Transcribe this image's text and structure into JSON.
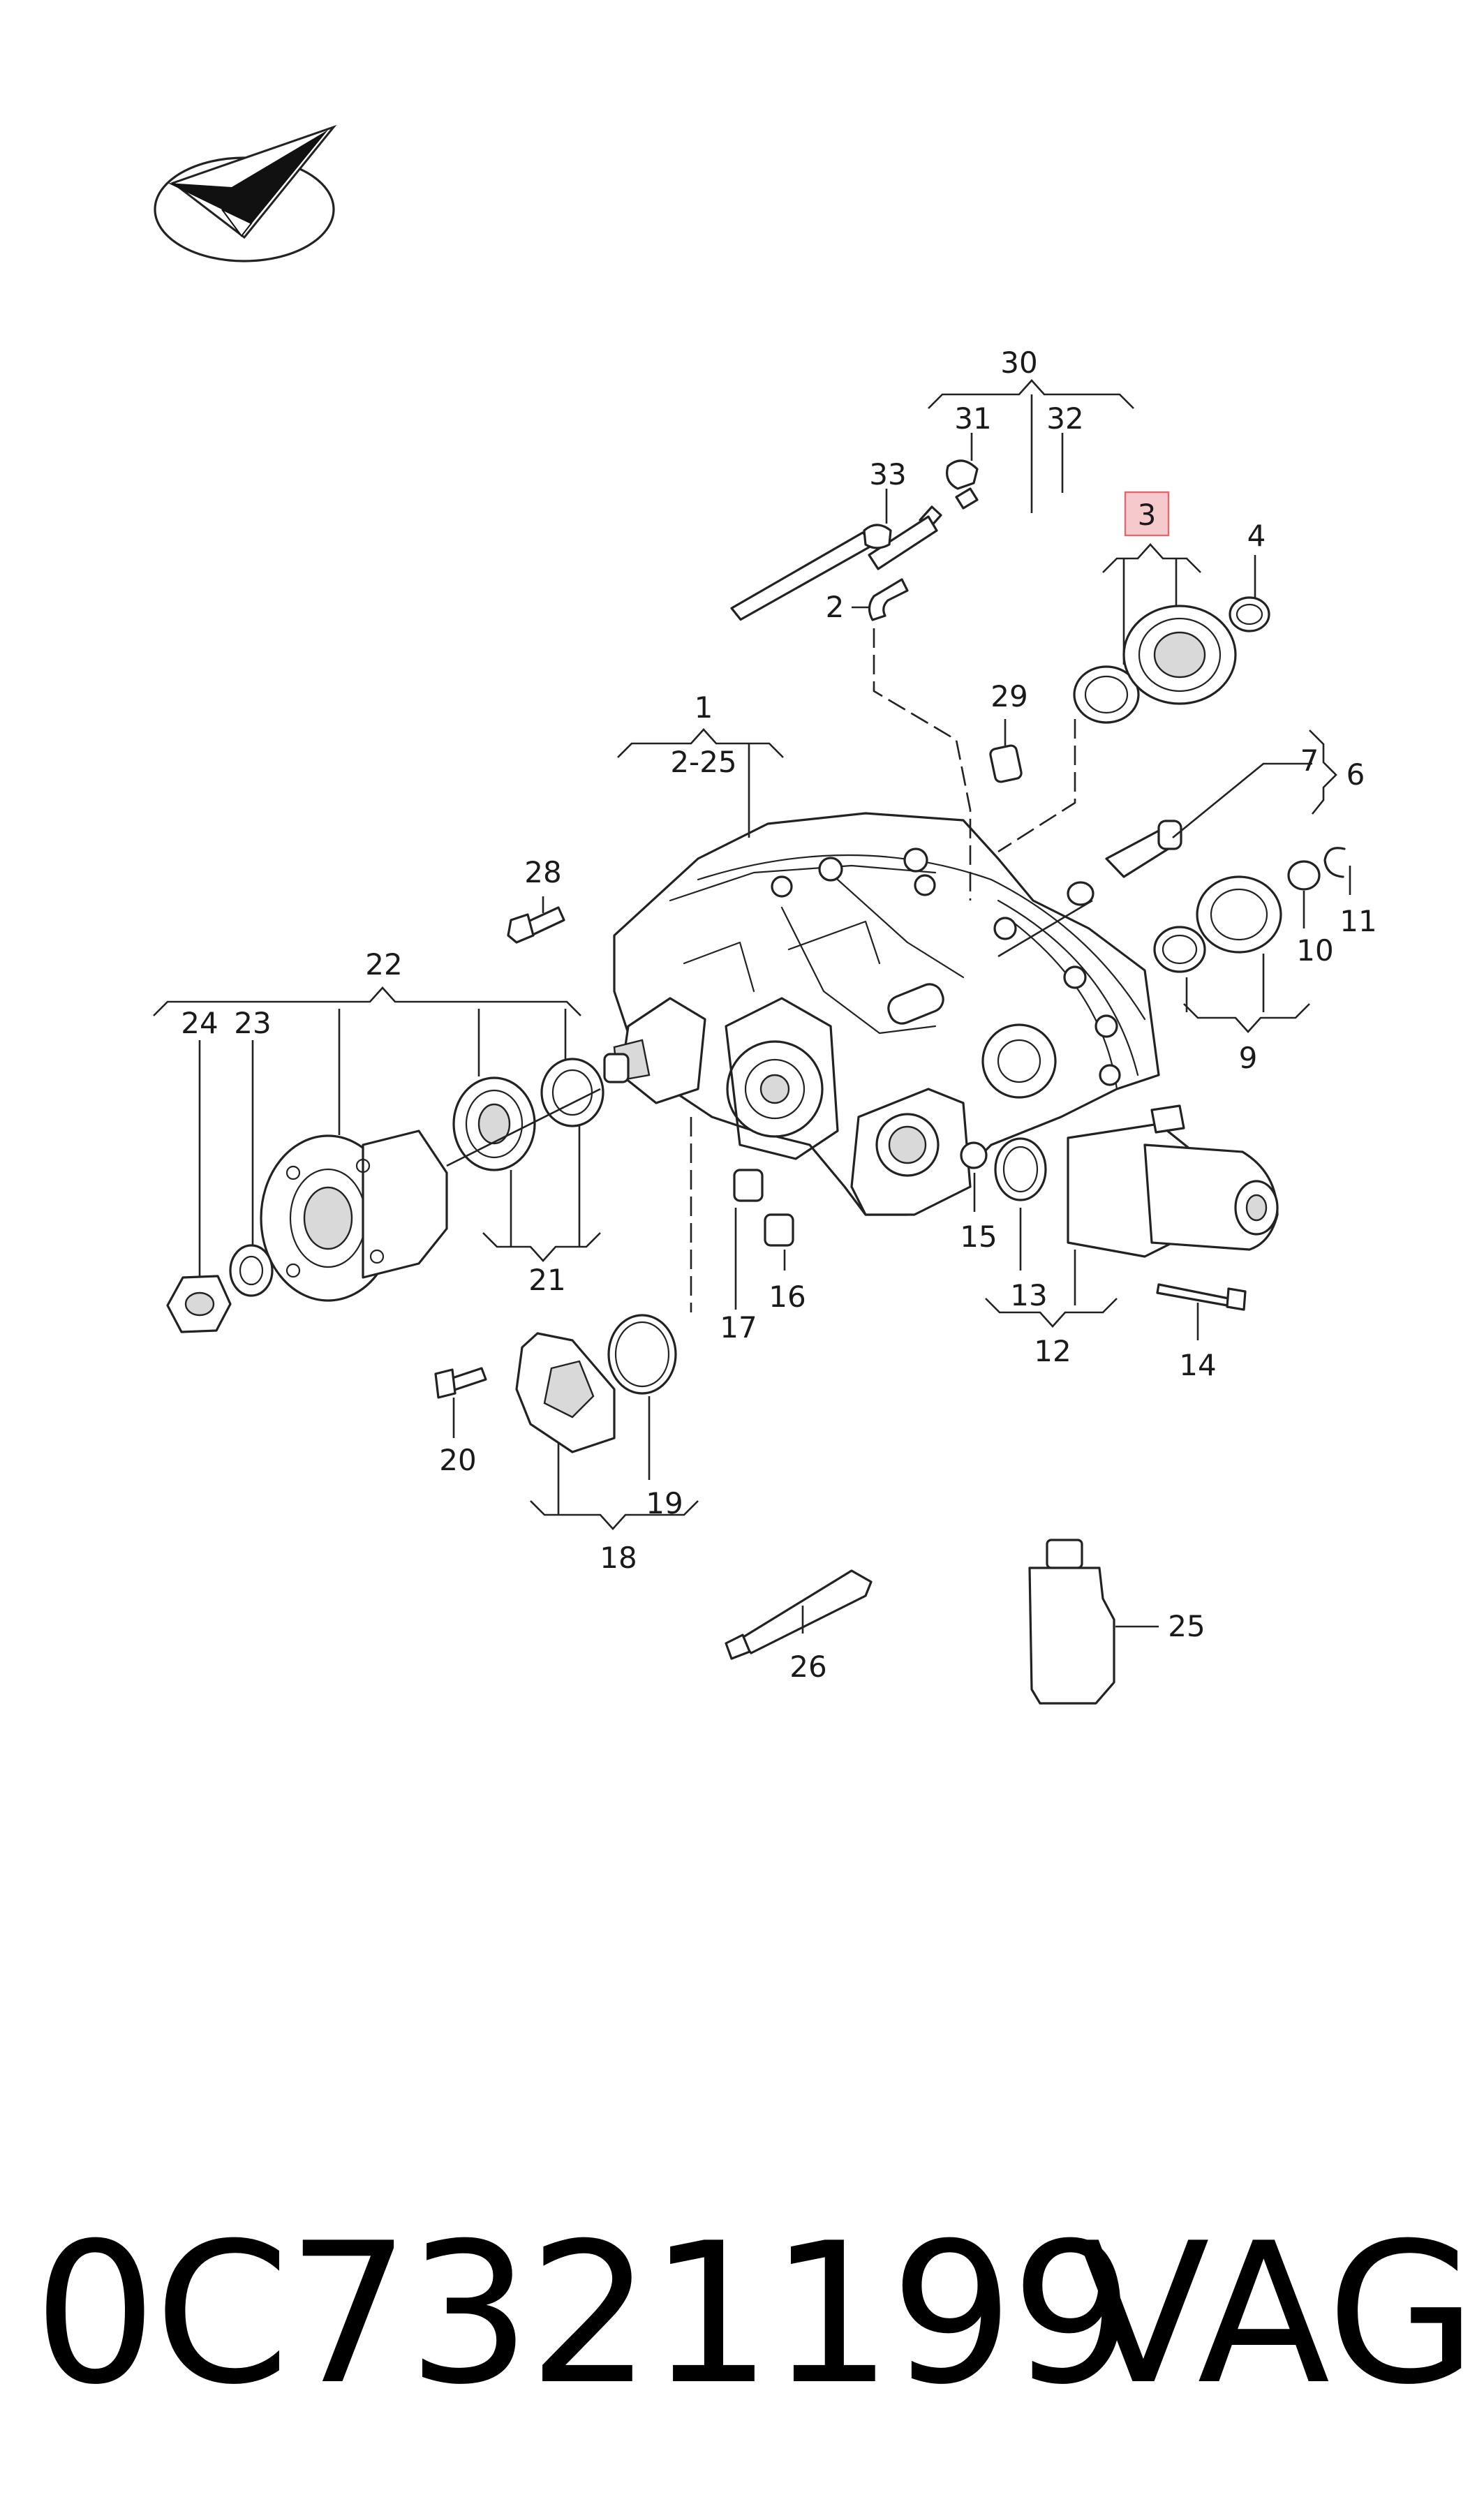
{
  "diagram": {
    "callouts": [
      {
        "id": "1",
        "text": "1"
      },
      {
        "id": "1-range",
        "text": "2-25"
      },
      {
        "id": "2",
        "text": "2"
      },
      {
        "id": "3",
        "text": "3",
        "highlighted": true
      },
      {
        "id": "4",
        "text": "4"
      },
      {
        "id": "6",
        "text": "6"
      },
      {
        "id": "7",
        "text": "7"
      },
      {
        "id": "9",
        "text": "9"
      },
      {
        "id": "10",
        "text": "10"
      },
      {
        "id": "11",
        "text": "11"
      },
      {
        "id": "12",
        "text": "12"
      },
      {
        "id": "13",
        "text": "13"
      },
      {
        "id": "14",
        "text": "14"
      },
      {
        "id": "15",
        "text": "15"
      },
      {
        "id": "16",
        "text": "16"
      },
      {
        "id": "17",
        "text": "17"
      },
      {
        "id": "18",
        "text": "18"
      },
      {
        "id": "19",
        "text": "19"
      },
      {
        "id": "20",
        "text": "20"
      },
      {
        "id": "21",
        "text": "21"
      },
      {
        "id": "22",
        "text": "22"
      },
      {
        "id": "23",
        "text": "23"
      },
      {
        "id": "24",
        "text": "24"
      },
      {
        "id": "25",
        "text": "25"
      },
      {
        "id": "26",
        "text": "26"
      },
      {
        "id": "28",
        "text": "28"
      },
      {
        "id": "29",
        "text": "29"
      },
      {
        "id": "30",
        "text": "30"
      },
      {
        "id": "31",
        "text": "31"
      },
      {
        "id": "32",
        "text": "32"
      },
      {
        "id": "33",
        "text": "33"
      }
    ],
    "highlight_color": "#f6c9cc",
    "highlight_border": "#e06a72"
  },
  "footer": {
    "part_number": "0C7321199",
    "brand": "VAG"
  },
  "logo": {
    "icon": "check-arrow-ellipse-icon"
  }
}
